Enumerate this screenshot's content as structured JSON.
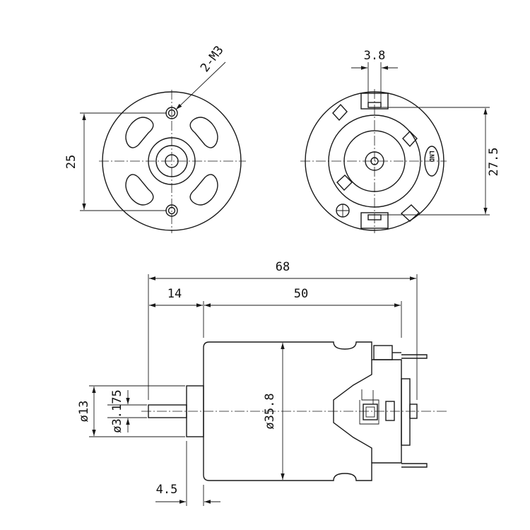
{
  "front_view": {
    "hole_callout": "2-M3",
    "hole_spacing": "25"
  },
  "rear_view": {
    "terminal_width": "3.8",
    "terminal_spacing": "27.5",
    "terminal_marking": "LND"
  },
  "side_view": {
    "overall_length": "68",
    "shaft_length": "14",
    "body_length": "50",
    "boss_length": "4.5",
    "boss_diameter": "ø13",
    "shaft_diameter": "ø3.175",
    "body_diameter": "ø35.8"
  }
}
